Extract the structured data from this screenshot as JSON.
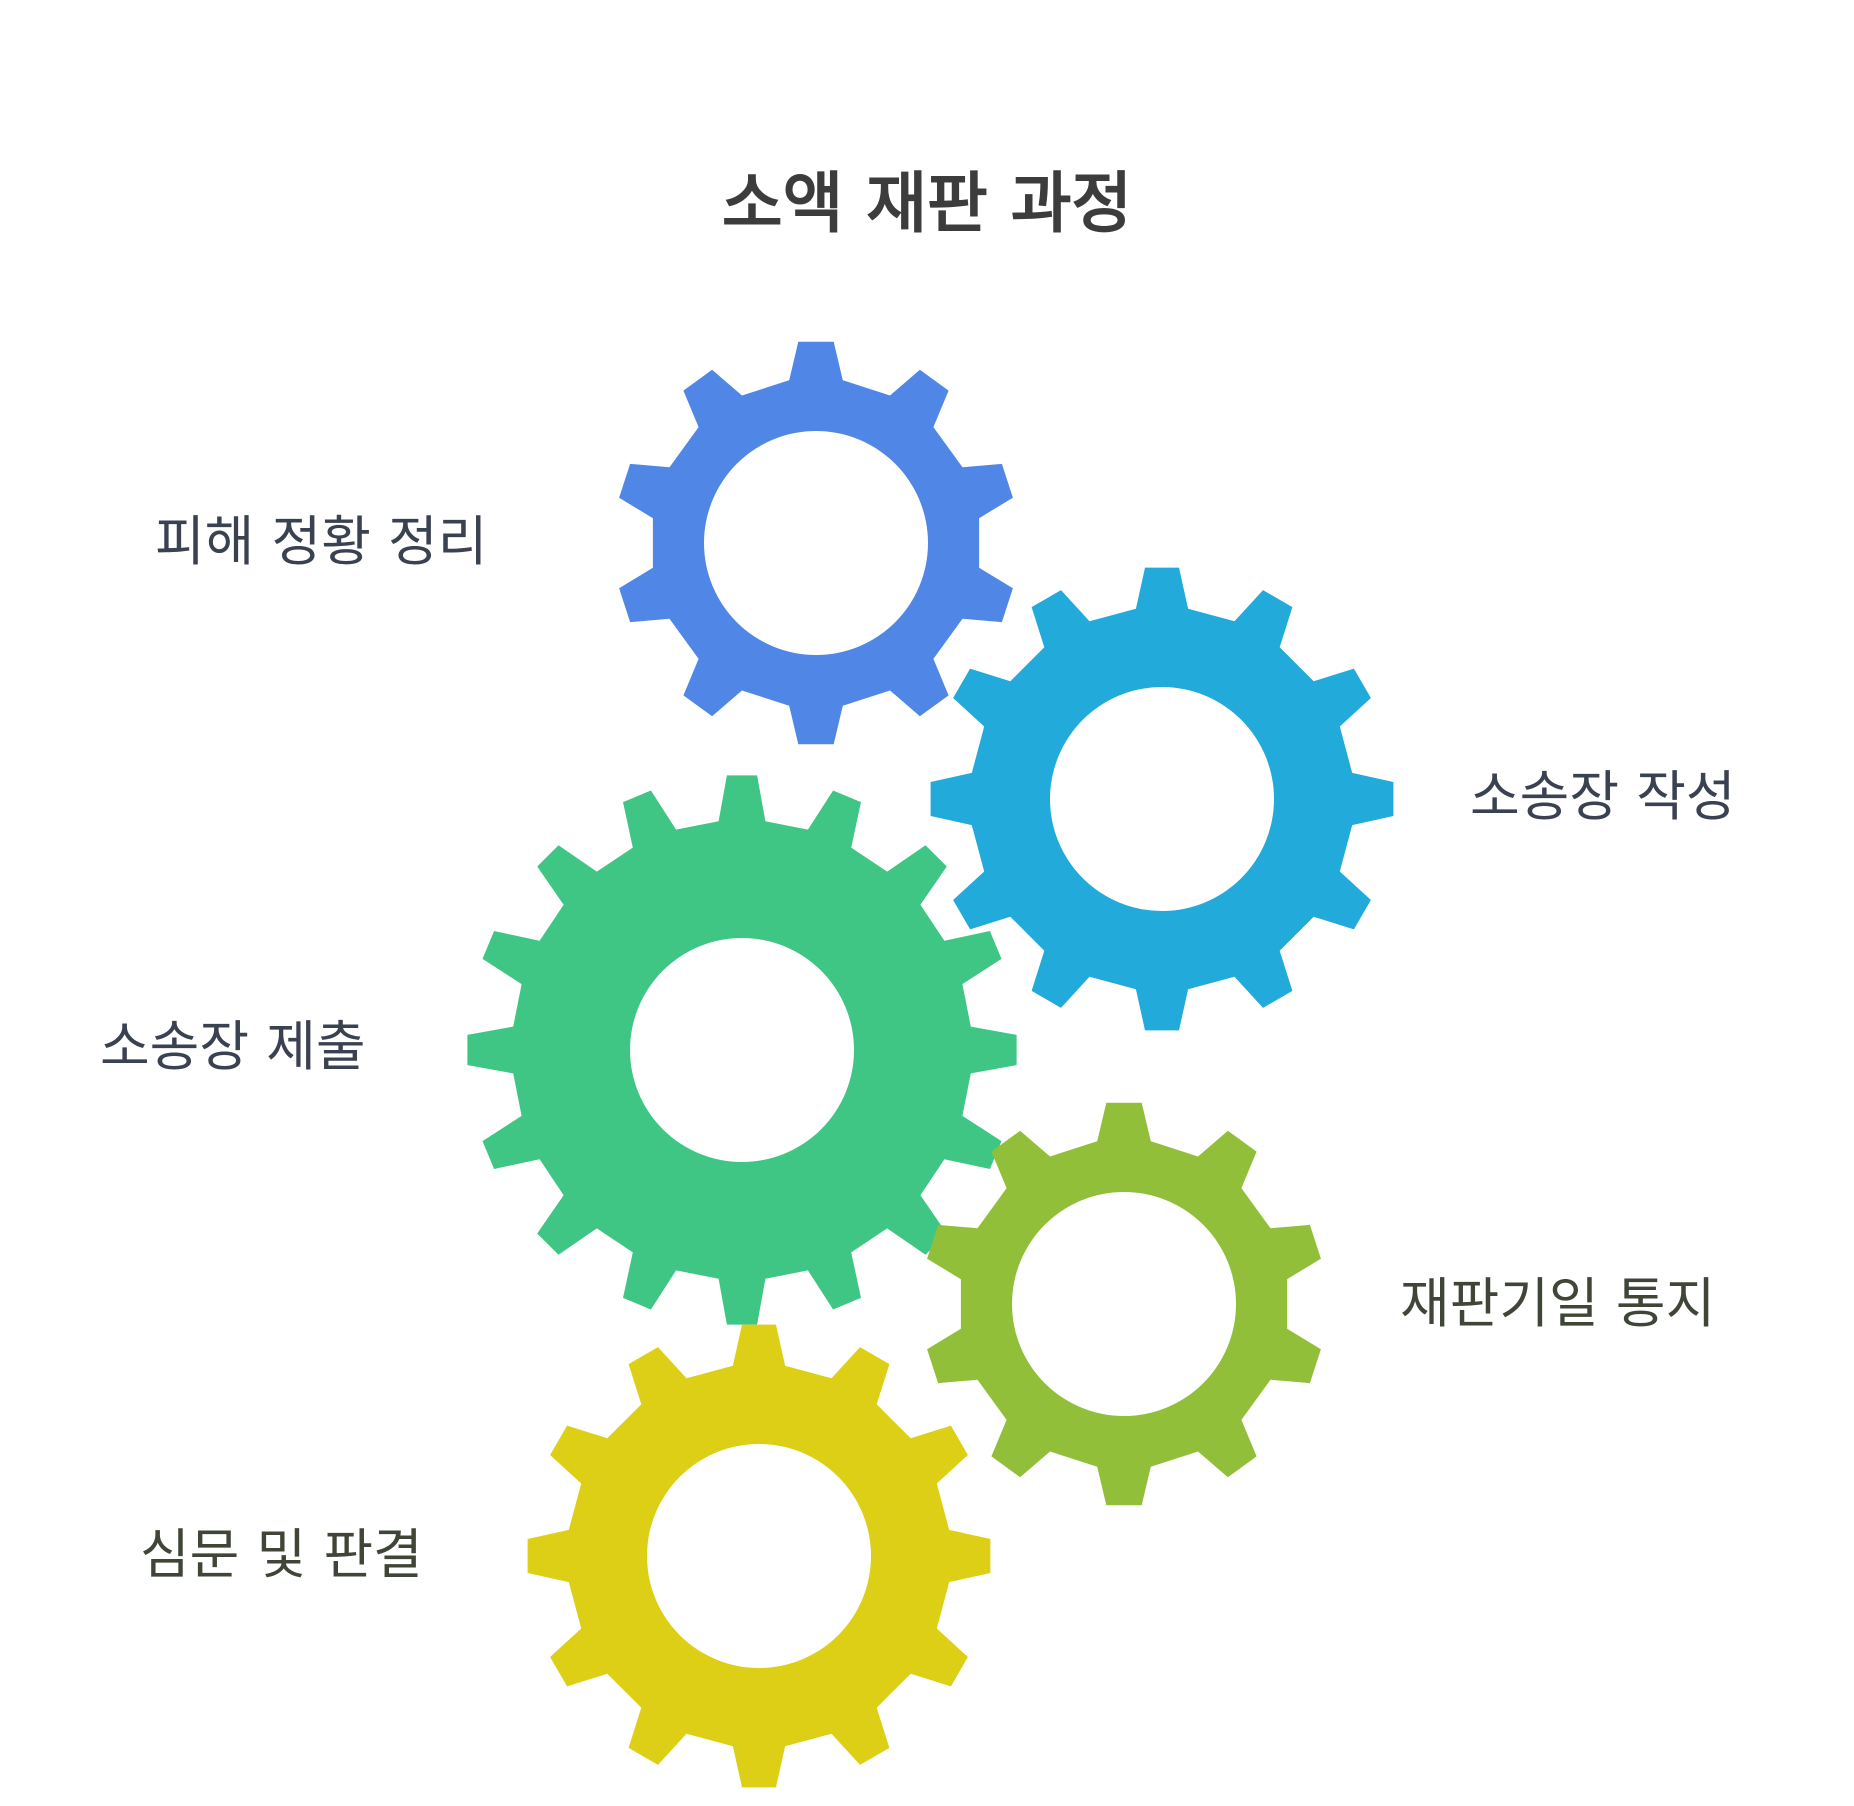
{
  "title": "소액 재판 과정",
  "gears": [
    {
      "label": "피해 정황 정리",
      "color": "#5087E6"
    },
    {
      "label": "소송장 작성",
      "color": "#22AADA"
    },
    {
      "label": "소송장 제출",
      "color": "#3FC685"
    },
    {
      "label": "재판기일 통지",
      "color": "#92BF39"
    },
    {
      "label": "심문 및 판결",
      "color": "#DDCF15"
    }
  ]
}
